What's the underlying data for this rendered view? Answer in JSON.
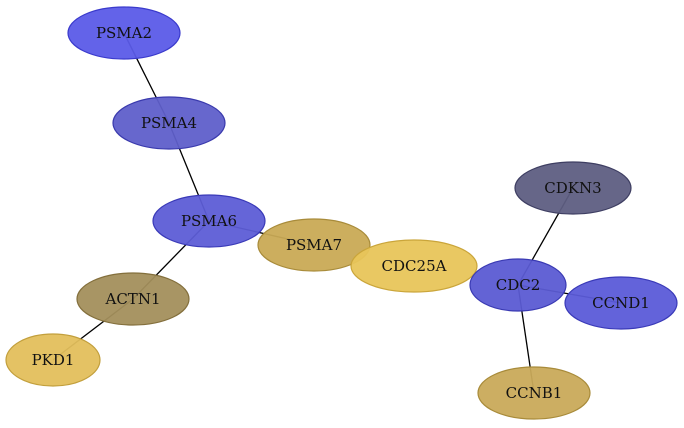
{
  "nodes": [
    {
      "id": "PSMA2",
      "label": "PSMA2",
      "fill": "#5b5be8",
      "stroke": "#3a3acc"
    },
    {
      "id": "PSMA4",
      "label": "PSMA4",
      "fill": "#5f5fca",
      "stroke": "#3a3aad"
    },
    {
      "id": "PSMA6",
      "label": "PSMA6",
      "fill": "#5d5dd6",
      "stroke": "#3a3ab8"
    },
    {
      "id": "PSMA7",
      "label": "PSMA7",
      "fill": "#c9aa55",
      "stroke": "#a88b3a"
    },
    {
      "id": "CDC25A",
      "label": "CDC25A",
      "fill": "#e8c55a",
      "stroke": "#caa53a"
    },
    {
      "id": "ACTN1",
      "label": "ACTN1",
      "fill": "#a38f5c",
      "stroke": "#836f3c"
    },
    {
      "id": "PKD1",
      "label": "PKD1",
      "fill": "#e3bf5c",
      "stroke": "#c29f3c"
    },
    {
      "id": "CDKN3",
      "label": "CDKN3",
      "fill": "#5e5e82",
      "stroke": "#3e3e62"
    },
    {
      "id": "CDC2",
      "label": "CDC2",
      "fill": "#5b5bd3",
      "stroke": "#3a3ab3"
    },
    {
      "id": "CCND1",
      "label": "CCND1",
      "fill": "#5b5bd8",
      "stroke": "#3a3ab8"
    },
    {
      "id": "CCNB1",
      "label": "CCNB1",
      "fill": "#c9aa5a",
      "stroke": "#a88b3a"
    }
  ],
  "edges": [
    {
      "from": "PSMA2",
      "to": "PSMA4"
    },
    {
      "from": "PSMA4",
      "to": "PSMA6"
    },
    {
      "from": "PSMA6",
      "to": "PSMA7"
    },
    {
      "from": "PSMA6",
      "to": "ACTN1"
    },
    {
      "from": "ACTN1",
      "to": "PKD1"
    },
    {
      "from": "CDC2",
      "to": "CDKN3"
    },
    {
      "from": "CDC2",
      "to": "CCND1"
    },
    {
      "from": "CDC2",
      "to": "CCNB1"
    }
  ]
}
